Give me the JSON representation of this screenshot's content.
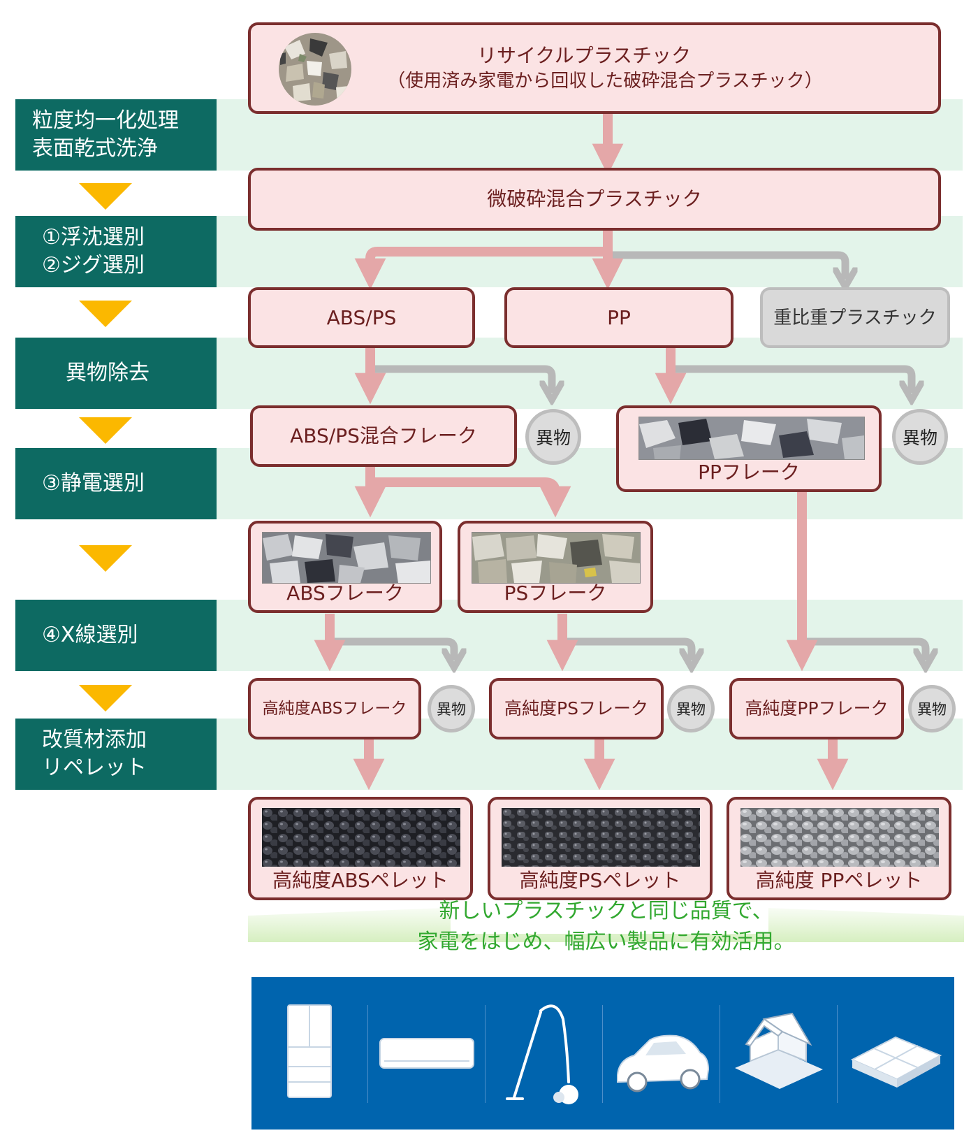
{
  "stages": [
    {
      "label": "粒度均一化処理\n表面乾式洗浄"
    },
    {
      "label": "①浮沈選別\n②ジグ選別"
    },
    {
      "label": "異物除去"
    },
    {
      "label": "③静電選別"
    },
    {
      "label": "④X線選別"
    },
    {
      "label": "改質材添加\nリペレット"
    }
  ],
  "nodes": {
    "recycle_title": "リサイクルプラスチック",
    "recycle_sub": "（使用済み家電から回収した破砕混合プラスチック）",
    "fine": "微破砕混合プラスチック",
    "abs_ps": "ABS/PS",
    "pp": "PP",
    "heavy": "重比重プラスチック",
    "abs_ps_mix": "ABS/PS混合フレーク",
    "pp_flake": "PPフレーク",
    "abs_flake": "ABSフレーク",
    "ps_flake": "PSフレーク",
    "hp_abs_flake": "高純度ABSフレーク",
    "hp_ps_flake": "高純度PSフレーク",
    "hp_pp_flake": "高純度PPフレーク",
    "hp_abs_pellet": "高純度ABSペレット",
    "hp_ps_pellet": "高純度PSペレット",
    "hp_pp_pellet": "高純度 PPペレット"
  },
  "foreign": "異物",
  "banner": {
    "line1": "新しいプラスチックと同じ品質で、",
    "line2": "家電をはじめ、幅広い製品に有効活用。"
  },
  "products": [
    {
      "icon": "refrigerator-icon"
    },
    {
      "icon": "air-conditioner-icon"
    },
    {
      "icon": "vacuum-cleaner-icon"
    },
    {
      "icon": "car-icon"
    },
    {
      "icon": "house-icon"
    },
    {
      "icon": "pallet-icon"
    }
  ],
  "colors": {
    "stage_bg": "#0d6a62",
    "band_bg": "#e3f4ea",
    "box_fill": "#fbe3e4",
    "box_border": "#7b2e2e",
    "main_arrow": "#e4a7a8",
    "side_arrow": "#b8b8b8",
    "stage_arrow": "#fbb800",
    "banner_text": "#32a830",
    "products_bg": "#0064ae"
  }
}
